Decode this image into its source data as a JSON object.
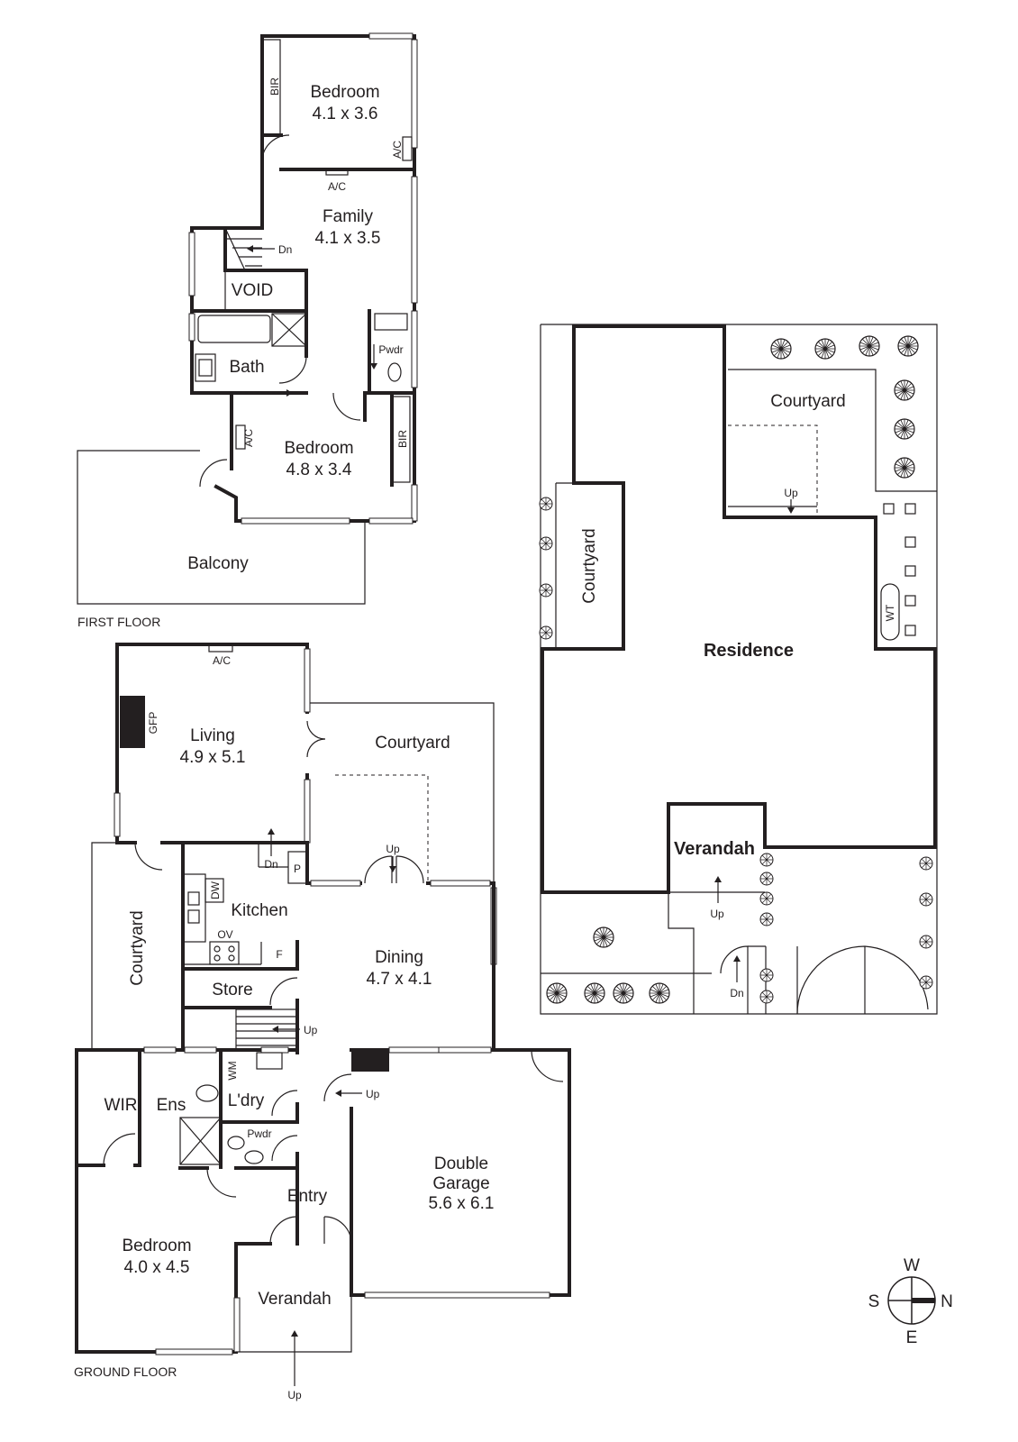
{
  "first_floor": {
    "label": "FIRST FLOOR",
    "bedroom_top": {
      "name": "Bedroom",
      "size": "4.1 x 3.6"
    },
    "family": {
      "name": "Family",
      "size": "4.1 x 3.5"
    },
    "void": "VOID",
    "bath": "Bath",
    "pwdr": "Pwdr",
    "bedroom_bottom": {
      "name": "Bedroom",
      "size": "4.8 x 3.4"
    },
    "balcony": "Balcony",
    "bir": "BIR",
    "ac": "A/C",
    "dn": "Dn"
  },
  "ground_floor": {
    "label": "GROUND FLOOR",
    "living": {
      "name": "Living",
      "size": "4.9 x 5.1"
    },
    "gfp": "GFP",
    "courtyard_top": "Courtyard",
    "courtyard_side": "Courtyard",
    "kitchen": "Kitchen",
    "dw": "DW",
    "ov": "OV",
    "f": "F",
    "p": "P",
    "dining": {
      "name": "Dining",
      "size": "4.7 x 4.1"
    },
    "store": "Store",
    "wir": "WIR",
    "ens": "Ens",
    "wm": "WM",
    "laundry": "L'dry",
    "pwdr": "Pwdr",
    "entry": "Entry",
    "bedroom": {
      "name": "Bedroom",
      "size": "4.0 x 4.5"
    },
    "verandah": "Verandah",
    "garage": {
      "name_line1": "Double",
      "name_line2": "Garage",
      "size": "5.6 x 6.1"
    },
    "ac": "A/C",
    "up": "Up",
    "dn": "Dn"
  },
  "site_plan": {
    "courtyard_top": "Courtyard",
    "courtyard_left": "Courtyard",
    "residence": "Residence",
    "verandah": "Verandah",
    "wt": "WT",
    "up": "Up",
    "dn": "Dn"
  },
  "compass": {
    "w": "W",
    "s": "S",
    "n": "N",
    "e": "E"
  }
}
